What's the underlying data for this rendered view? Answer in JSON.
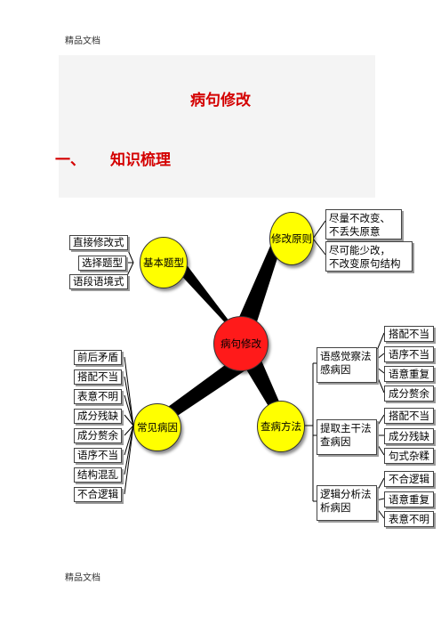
{
  "header": {
    "top_text": "精品文档",
    "bottom_text": "精品文档"
  },
  "doc": {
    "title": "病句修改",
    "section_num": "一、",
    "section_title": "知识梳理"
  },
  "center_node": "病句修改",
  "basic_types": {
    "label": "基本题型",
    "items": [
      "直接修改式",
      "选择题型",
      "语段语境式"
    ]
  },
  "common_causes": {
    "label": "常见病因",
    "items": [
      "前后矛盾",
      "搭配不当",
      "表意不明",
      "成分残缺",
      "成分赘余",
      "语序不当",
      "结构混乱",
      "不合逻辑"
    ]
  },
  "principles": {
    "label": "修改原则",
    "items": [
      {
        "line1": "尽量不改变、",
        "line2": "不丢失原意"
      },
      {
        "line1": "尽可能少改，",
        "line2": "不改变原句结构"
      }
    ]
  },
  "methods": {
    "label": "查病方法",
    "groups": [
      {
        "line1": "语感觉察法",
        "line2": "感病因",
        "items": [
          "搭配不当",
          "语序不当",
          "语意重复",
          "成分赘余"
        ]
      },
      {
        "line1": "提取主干法",
        "line2": "查病因",
        "items": [
          "搭配不当",
          "成分残缺",
          "句式杂糅"
        ]
      },
      {
        "line1": "逻辑分析法",
        "line2": "析病因",
        "items": [
          "不合逻辑",
          "语意重复",
          "表意不明"
        ]
      }
    ]
  }
}
